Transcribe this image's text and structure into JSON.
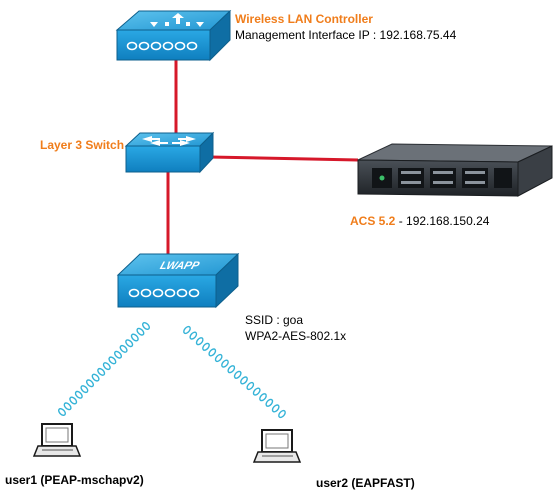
{
  "wlc": {
    "title": "Wireless LAN Controller",
    "mgmt_ip_label": "Management Interface IP : 192.168.75.44"
  },
  "switch": {
    "title": "Layer 3 Switch"
  },
  "acs": {
    "name": "ACS 5.2",
    "ip_label": " - 192.168.150.24"
  },
  "ap": {
    "ssid_label": "SSID : goa",
    "security_label": "WPA2-AES-802.1x"
  },
  "users": [
    {
      "label": "user1 (PEAP-mschapv2)"
    },
    {
      "label": "user2 (EAPFAST)"
    }
  ],
  "colors": {
    "link": "#d6182a",
    "device_blue": "#1b9ad8",
    "device_dark": "#0d5f8c",
    "label_orange": "#f07d1b",
    "wireless_cyan": "#35b3d7",
    "server_dark": "#2a2e33"
  },
  "icons": [
    "wlc-icon",
    "switch-icon",
    "server-icon",
    "access-point-icon",
    "laptop-icon"
  ]
}
